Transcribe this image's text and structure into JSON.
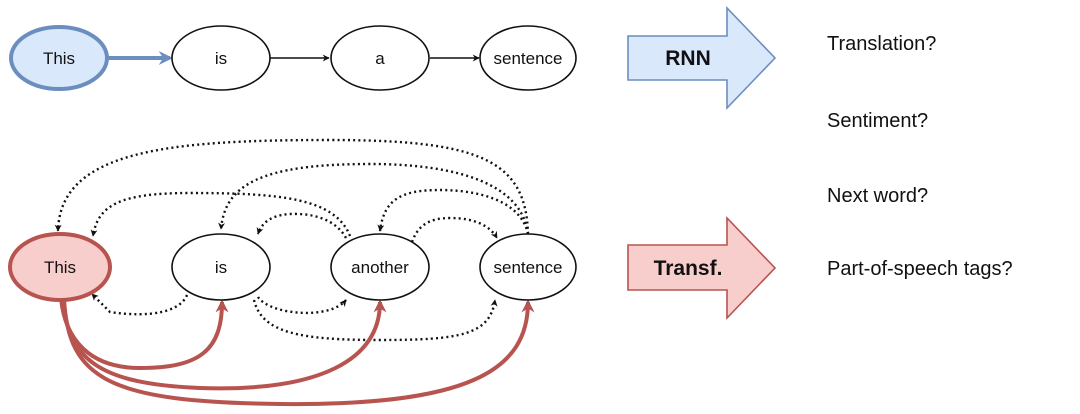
{
  "rnn": {
    "tokens": [
      "This",
      "is",
      "a",
      "sentence"
    ],
    "arrow_label": "RNN",
    "fill": "#dae8fc",
    "stroke": "#6c8ebf"
  },
  "transformer": {
    "tokens": [
      "This",
      "is",
      "another",
      "sentence"
    ],
    "arrow_label": "Transf.",
    "fill": "#f8cecc",
    "stroke": "#b85450"
  },
  "tasks": [
    "Translation?",
    "Sentiment?",
    "Next word?",
    "Part-of-speech tags?"
  ]
}
